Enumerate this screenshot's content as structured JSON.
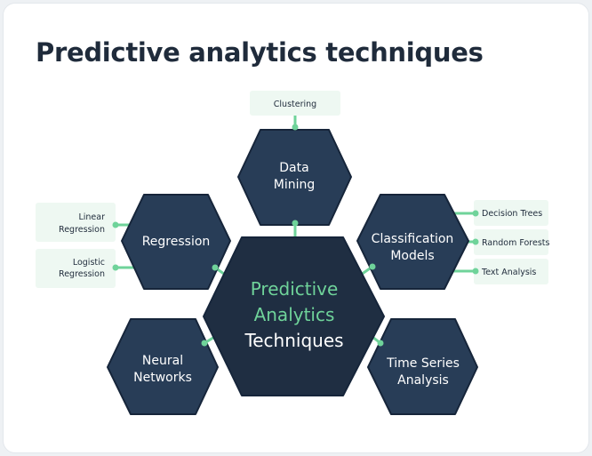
{
  "title": "Predictive analytics techniques",
  "center": {
    "line1": "Predictive",
    "line2": "Analytics",
    "line3": "Techniques"
  },
  "nodes": {
    "data_mining": {
      "line1": "Data",
      "line2": "Mining",
      "subs": [
        "Clustering"
      ]
    },
    "regression": {
      "label": "Regression",
      "subs": [
        [
          "Linear",
          "Regression"
        ],
        [
          "Logistic",
          "Regression"
        ]
      ]
    },
    "classification": {
      "line1": "Classification",
      "line2": "Models",
      "subs": [
        "Decision Trees",
        "Random Forests",
        "Text Analysis"
      ]
    },
    "neural": {
      "line1": "Neural",
      "line2": "Networks"
    },
    "time_series": {
      "line1": "Time Series",
      "line2": "Analysis"
    }
  },
  "colors": {
    "accent": "#6fd39a",
    "hex": "#283d57",
    "center": "#1f2e42",
    "subbox": "#eef8f2"
  }
}
